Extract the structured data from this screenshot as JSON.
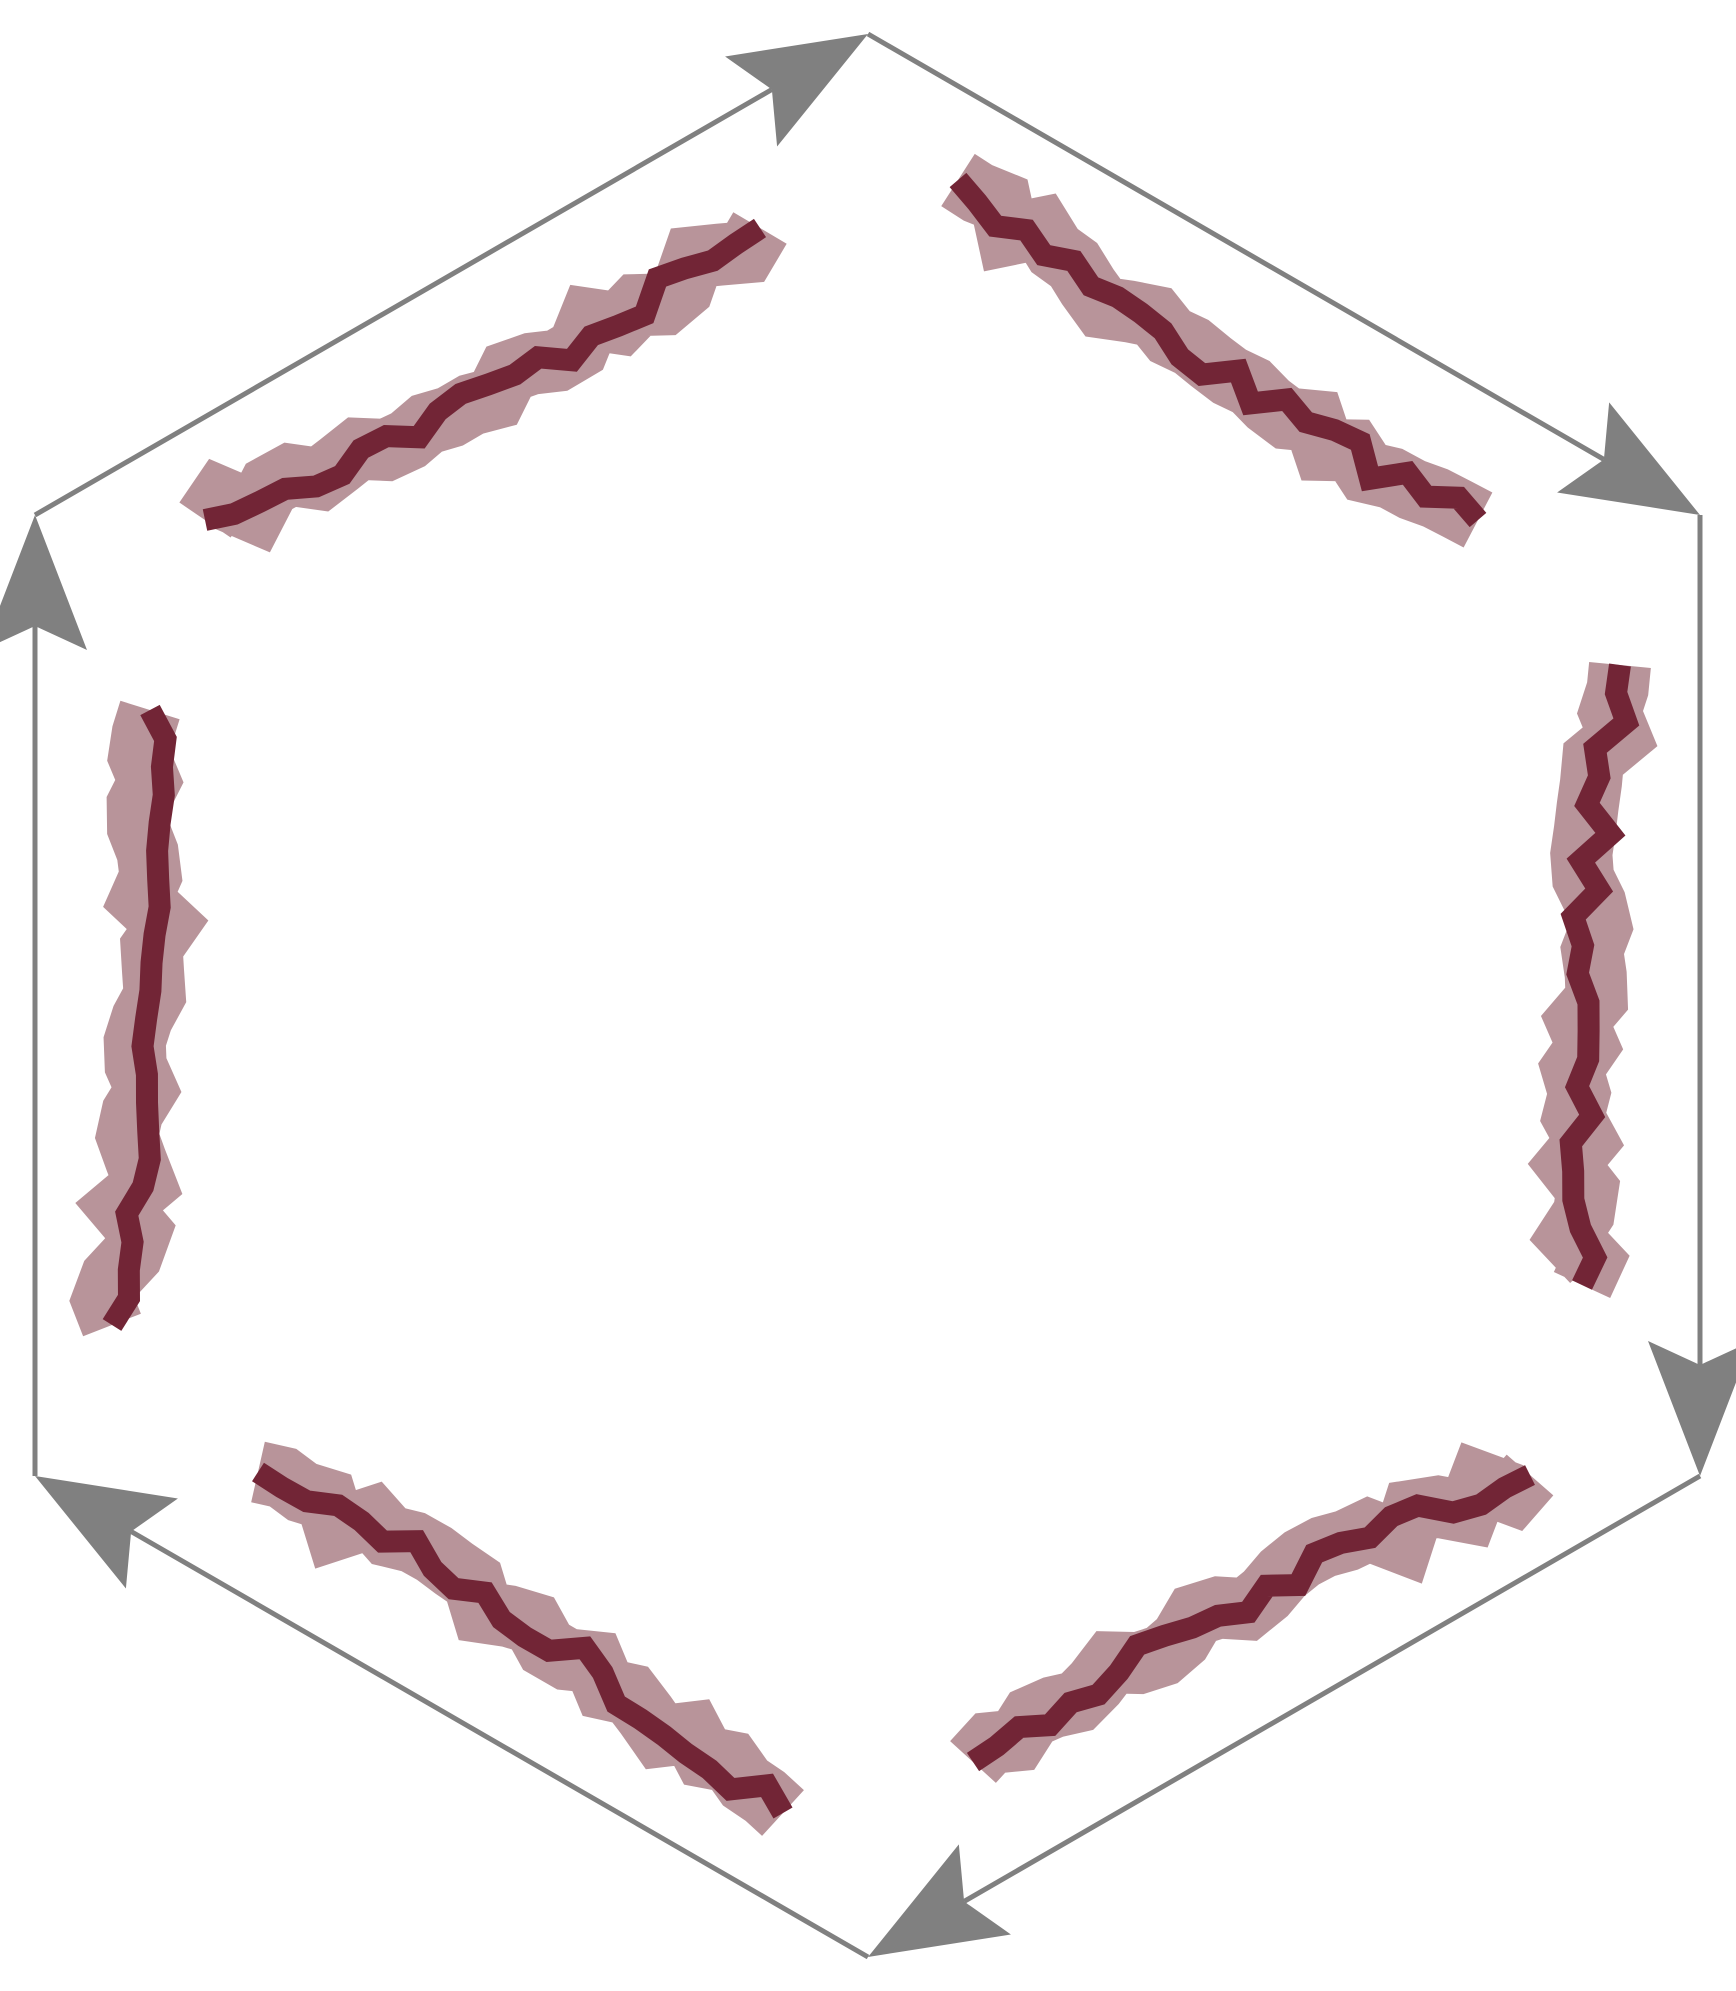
{
  "diagram": {
    "kind": "hexagonal cycle",
    "colors": {
      "background": "#ffffff",
      "edge": "#808080",
      "strand": "#722536",
      "strand_halo": "#b8949a"
    },
    "nodes": [
      {
        "id": "top"
      },
      {
        "id": "upper-right"
      },
      {
        "id": "lower-right"
      },
      {
        "id": "bottom"
      },
      {
        "id": "lower-left"
      },
      {
        "id": "upper-left"
      }
    ],
    "edges": [
      {
        "from": "upper-left",
        "to": "top",
        "arrow": "end"
      },
      {
        "from": "top",
        "to": "upper-right",
        "arrow": "end"
      },
      {
        "from": "upper-right",
        "to": "lower-right",
        "arrow": "end"
      },
      {
        "from": "lower-right",
        "to": "bottom",
        "arrow": "end"
      },
      {
        "from": "bottom",
        "to": "lower-left",
        "arrow": "end"
      },
      {
        "from": "lower-left",
        "to": "upper-left",
        "arrow": "end"
      }
    ],
    "strands": [
      {
        "id": "strand-upper-left",
        "side": "upper-left"
      },
      {
        "id": "strand-upper-right",
        "side": "upper-right"
      },
      {
        "id": "strand-right",
        "side": "right"
      },
      {
        "id": "strand-lower-right",
        "side": "lower-right"
      },
      {
        "id": "strand-lower-left",
        "side": "lower-left"
      },
      {
        "id": "strand-left",
        "side": "left"
      }
    ]
  }
}
